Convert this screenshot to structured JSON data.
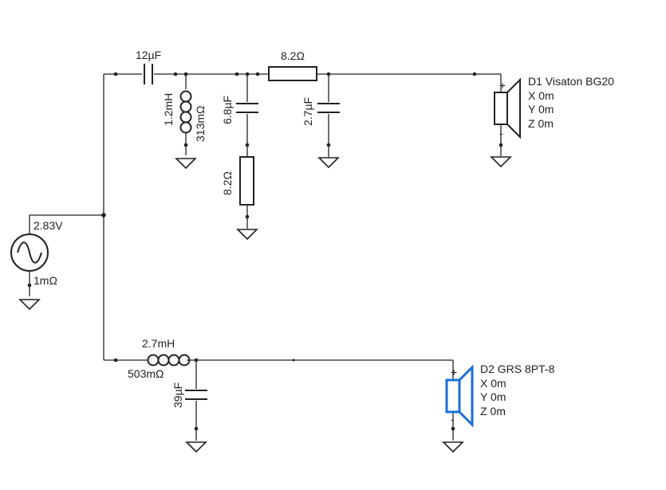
{
  "source": {
    "voltage": "2.83V",
    "resistance": "1mΩ"
  },
  "high_pass": {
    "series_cap": "12µF",
    "shunt_inductor": "1.2mH",
    "shunt_inductor_dcr": "313mΩ",
    "zobel_cap": "6.8µF",
    "zobel_res": "8.2Ω",
    "series_res": "8.2Ω",
    "shunt_cap": "2.7µF"
  },
  "low_pass": {
    "series_inductor": "2.7mH",
    "series_inductor_dcr": "503mΩ",
    "shunt_cap": "39µF"
  },
  "driver1": {
    "name": "D1 Visaton BG20",
    "x": "X 0m",
    "y": "Y 0m",
    "z": "Z 0m",
    "plus": "+",
    "minus": "-",
    "color": "#e03030",
    "body_color": "#222222"
  },
  "driver2": {
    "name": "D2 GRS 8PT-8",
    "x": "X 0m",
    "y": "Y 0m",
    "z": "Z 0m",
    "plus": "+",
    "minus": "-",
    "color": "#2a9a2a",
    "body_color": "#1a6fd6"
  }
}
